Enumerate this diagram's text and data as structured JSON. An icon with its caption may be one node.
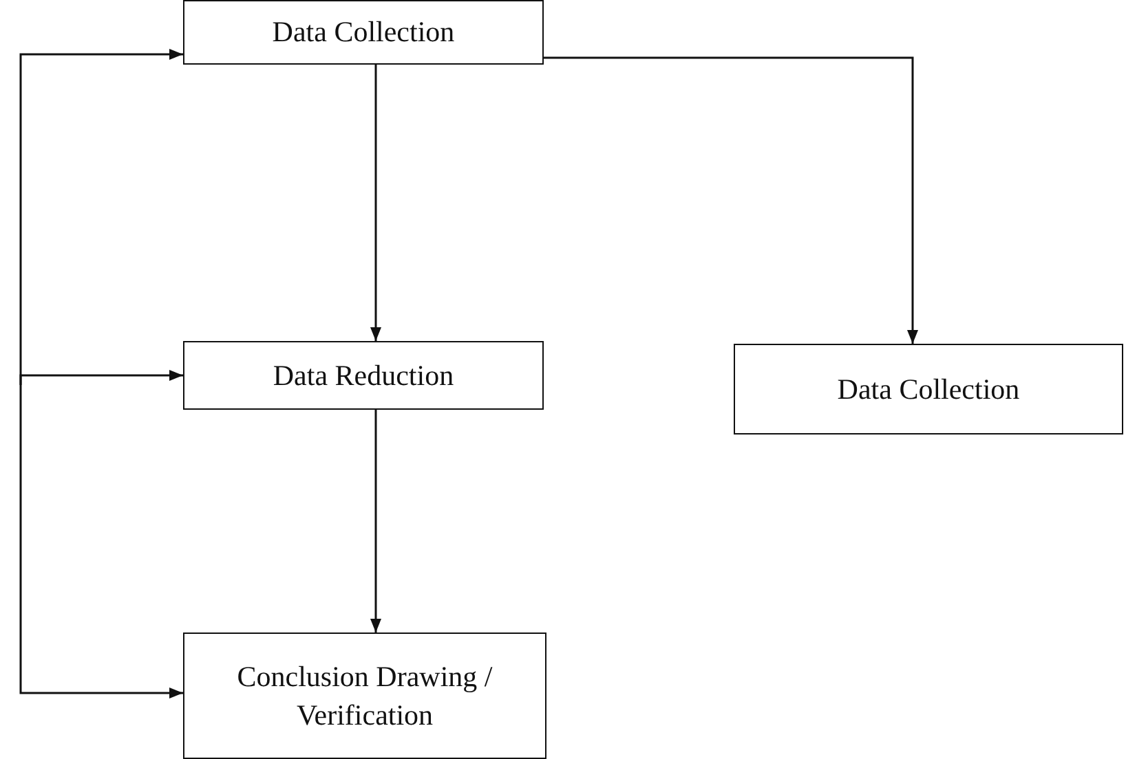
{
  "diagram": {
    "nodes": [
      {
        "text": [
          "Data Collection"
        ]
      },
      {
        "text": [
          "Data Reduction"
        ]
      },
      {
        "text": [
          "Data Collection"
        ]
      },
      {
        "text": [
          "Conclusion Drawing / Verification"
        ]
      }
    ],
    "edges": [
      {
        "from": 0,
        "to": 1,
        "arrow": "to"
      },
      {
        "from": 0,
        "to": 2,
        "arrow": "to"
      },
      {
        "from": 1,
        "to": 3,
        "arrow": "to"
      },
      {
        "from": null,
        "to": 0,
        "arrow": "to"
      },
      {
        "from": null,
        "to": 1,
        "arrow": "to"
      },
      {
        "from": null,
        "to": 3,
        "arrow": "to"
      }
    ]
  }
}
